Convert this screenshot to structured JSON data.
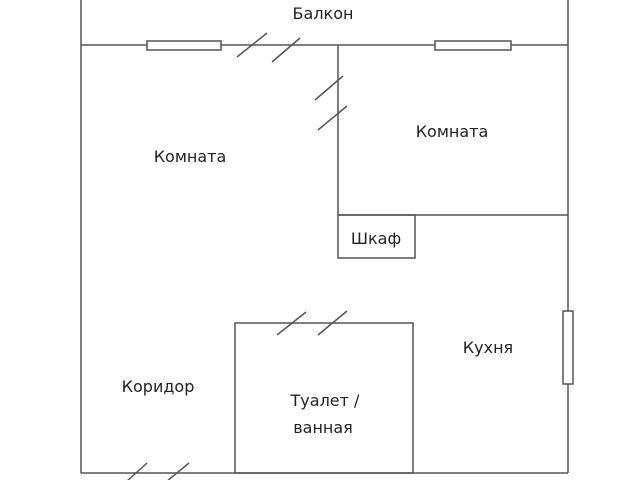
{
  "plan": {
    "rooms": {
      "balcony": "Балкон",
      "room_left": "Комната",
      "room_right": "Комната",
      "closet": "Шкаф",
      "kitchen": "Кухня",
      "corridor": "Коридор",
      "bathroom_line1": "Туалет /",
      "bathroom_line2": "ванная"
    },
    "colors": {
      "wall": "#555555",
      "text": "#222222"
    }
  }
}
